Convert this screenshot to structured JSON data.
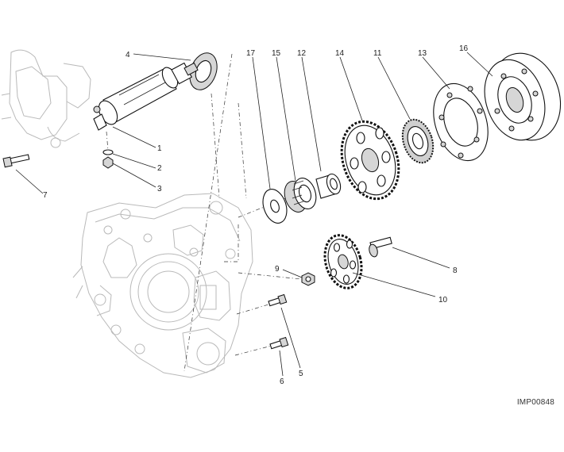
{
  "diagram": {
    "reference_code": "IMP00848",
    "callouts": {
      "n1": "1",
      "n2": "2",
      "n3": "3",
      "n4": "4",
      "n5": "5",
      "n6": "6",
      "n7": "7",
      "n8": "8",
      "n9": "9",
      "n10": "10",
      "n11": "11",
      "n12": "12",
      "n13": "13",
      "n14": "14",
      "n15": "15",
      "n16": "16",
      "n17": "17"
    }
  }
}
